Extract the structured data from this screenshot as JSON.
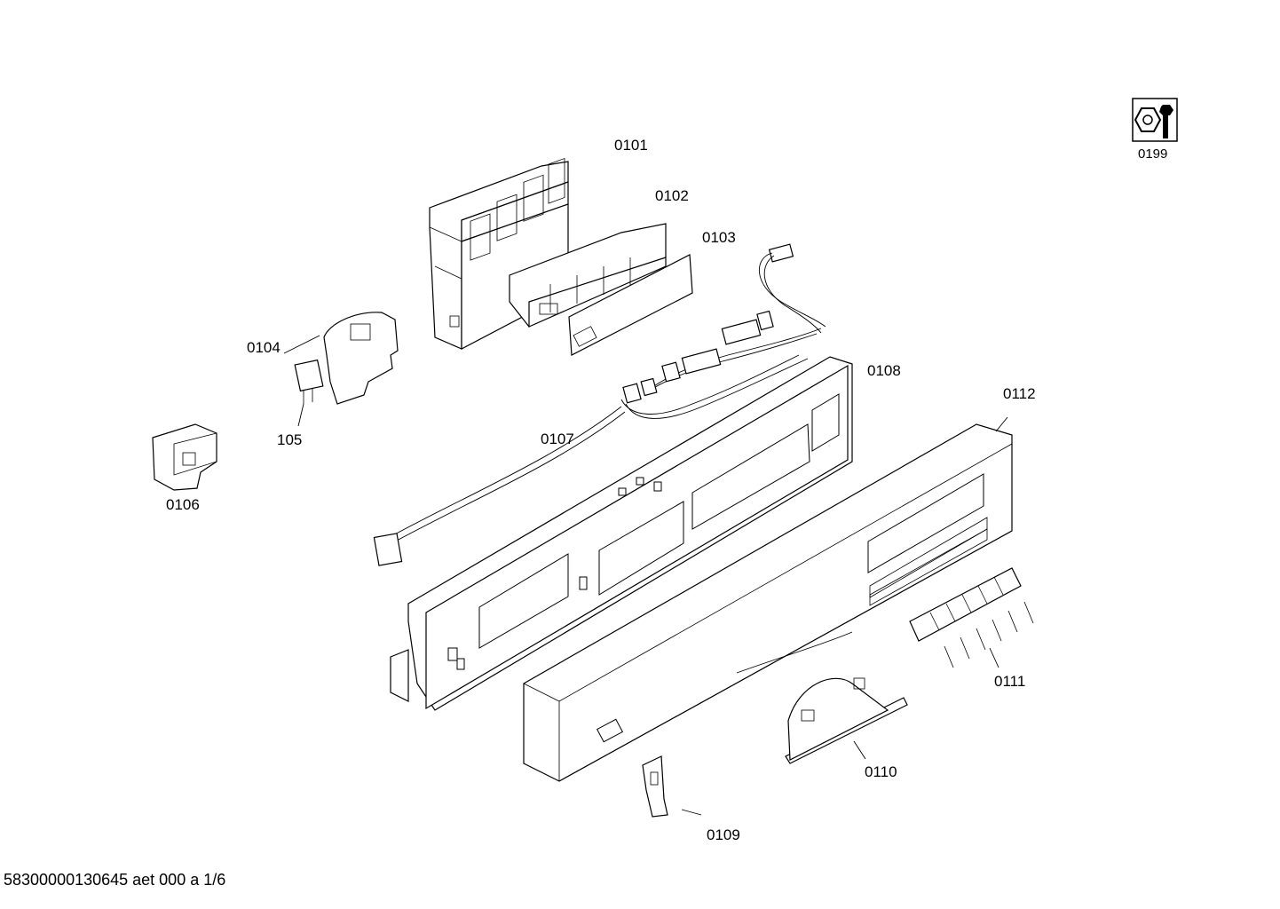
{
  "labels": {
    "p0101": "0101",
    "p0102": "0102",
    "p0103": "0103",
    "p0104": "0104",
    "p105": "105",
    "p0106": "0106",
    "p0107": "0107",
    "p0108": "0108",
    "p0109": "0109",
    "p0110": "0110",
    "p0111": "0111",
    "p0112": "0112",
    "p0199": "0199"
  },
  "footer": "58300000130645 aet 000 a 1/6",
  "icons": {
    "service": "wrench-nut-icon"
  }
}
